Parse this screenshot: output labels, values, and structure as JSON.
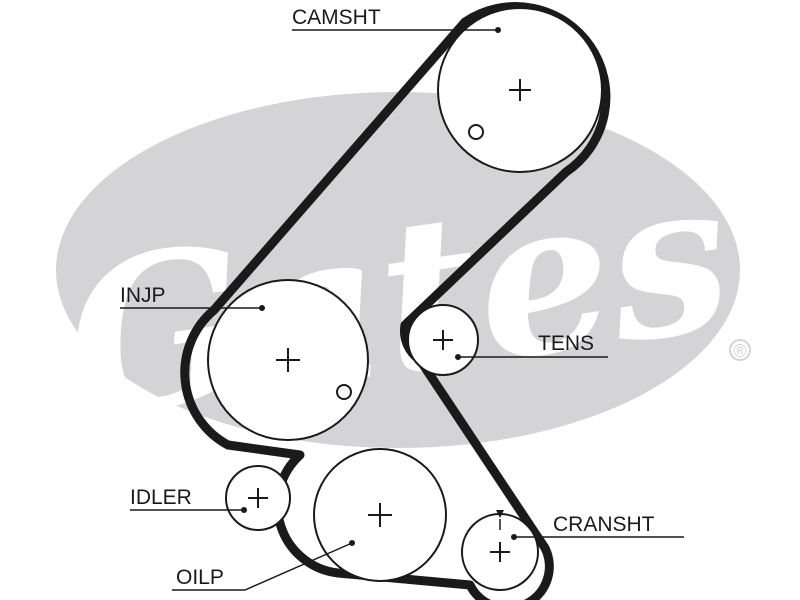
{
  "brand": {
    "logo_text": "Gates",
    "registered_mark": "®",
    "logo_color": "#d4d4d6",
    "belt_color": "#1a1a1a"
  },
  "labels": {
    "camshaft": "CAMSHT",
    "injection_pump": "INJP",
    "tensioner": "TENS",
    "idler": "IDLER",
    "oil_pump": "OILP",
    "crankshaft": "CRANSHT"
  }
}
